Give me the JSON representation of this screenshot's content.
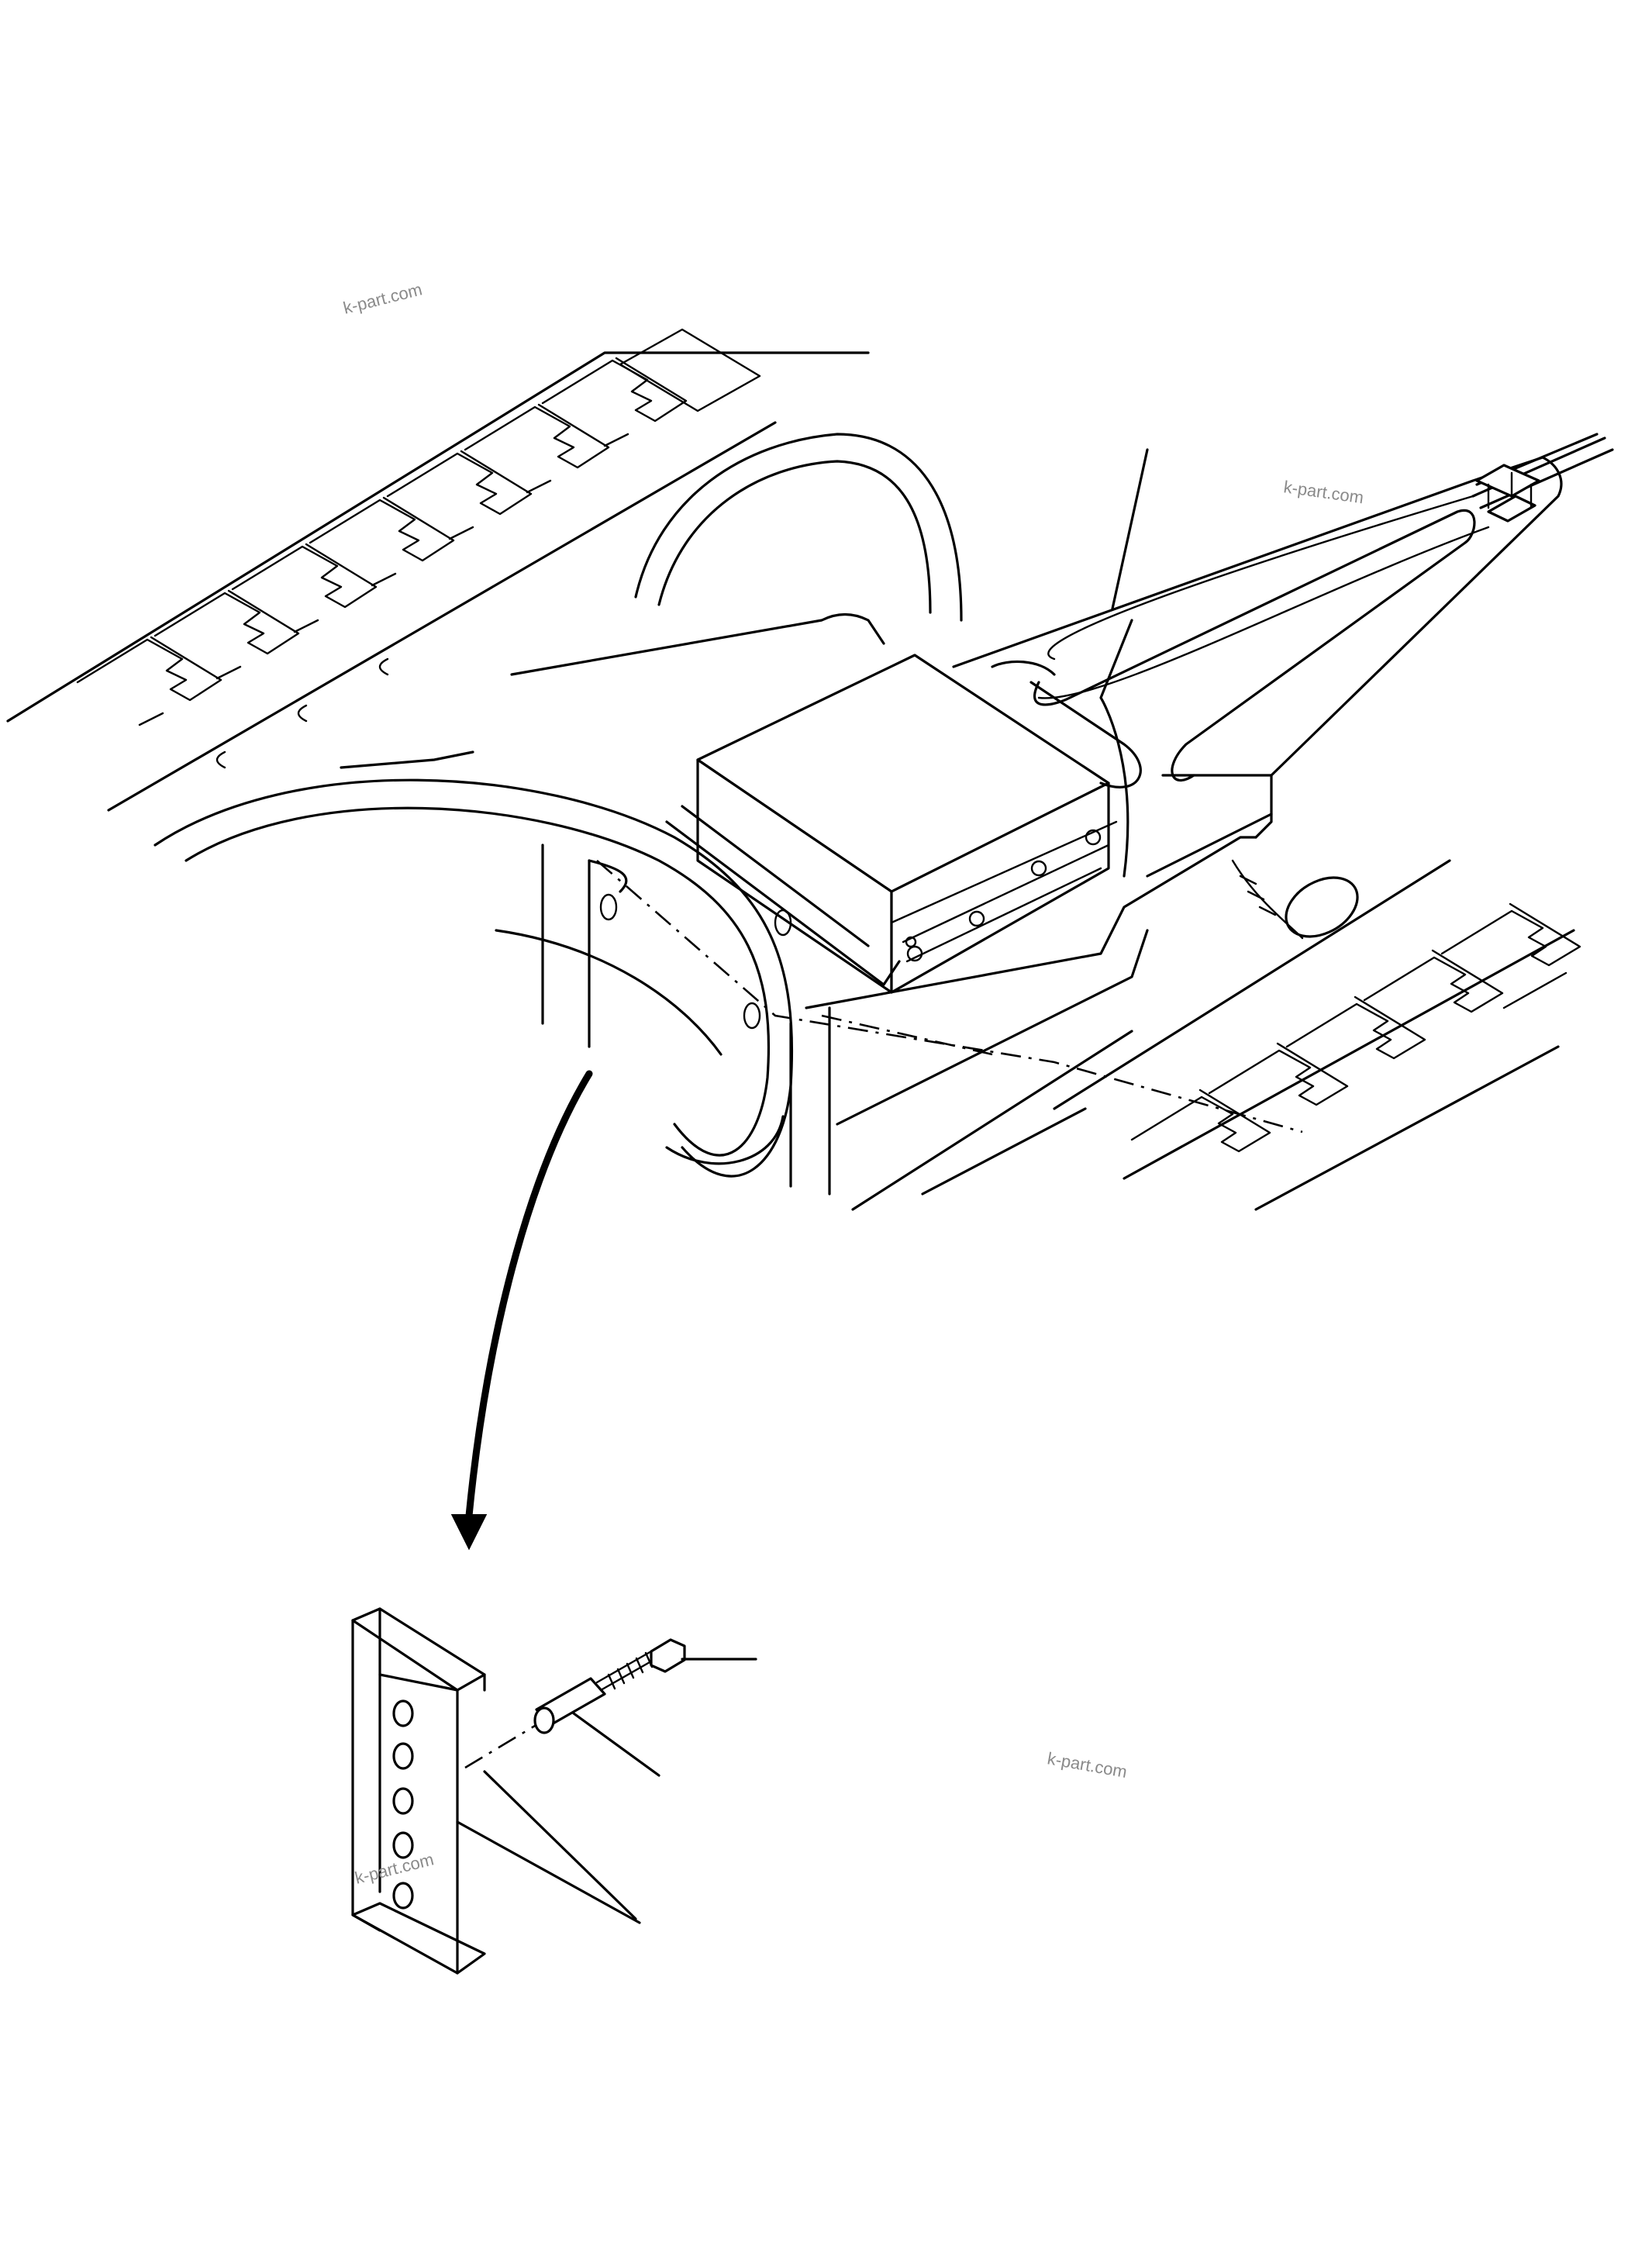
{
  "watermarks": [
    "k-part.com",
    "k-part.com",
    "k-part.com",
    "k-part.com"
  ],
  "colors": {
    "line": "#000000",
    "background": "#ffffff",
    "watermark": "#8a8a8a"
  }
}
